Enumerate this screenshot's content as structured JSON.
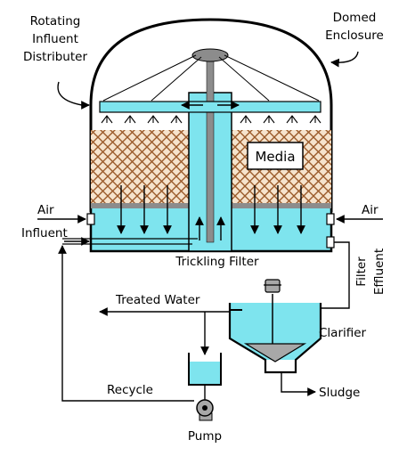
{
  "labels": {
    "rotating": [
      "Rotating",
      "Influent",
      "Distributer"
    ],
    "domed": [
      "Domed",
      "Enclosure"
    ],
    "media": "Media",
    "air_left": "Air",
    "air_right": "Air",
    "influent": "Influent",
    "trickling_filter": "Trickling Filter",
    "filter_effluent": [
      "Filter",
      "Effluent"
    ],
    "treated_water": "Treated Water",
    "clarifier": "Clarifier",
    "sludge": "Sludge",
    "recycle": "Recycle",
    "pump": "Pump"
  },
  "colors": {
    "water": "#7ee4ee",
    "water_light": "#bff3f7",
    "media_fill": "#f6e3cc",
    "media_hatch": "#9b5a2a",
    "pipe_grey": "#8c8c8c",
    "outline": "#000000"
  }
}
